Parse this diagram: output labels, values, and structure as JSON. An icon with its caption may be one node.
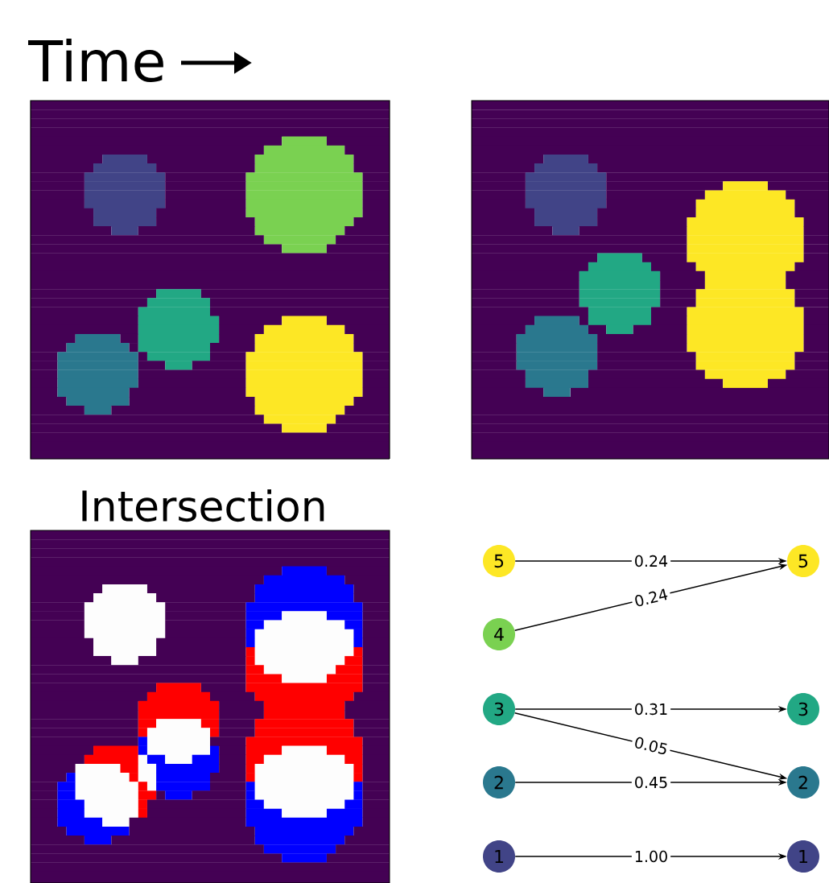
{
  "diagram": {
    "nodes": [
      {
        "text": [
          "5"
        ]
      },
      {
        "text": [
          "5"
        ]
      },
      {
        "text": [
          "4"
        ]
      },
      {
        "text": [
          "3"
        ]
      },
      {
        "text": [
          "3"
        ]
      },
      {
        "text": [
          "2"
        ]
      },
      {
        "text": [
          "2"
        ]
      },
      {
        "text": [
          "1"
        ]
      },
      {
        "text": [
          "1"
        ]
      }
    ],
    "edges": [
      {
        "from": 0,
        "to": 1,
        "arrow": "to",
        "label": "0.24"
      },
      {
        "from": 2,
        "to": 1,
        "arrow": "to",
        "label": "0.24"
      },
      {
        "from": 3,
        "to": 4,
        "arrow": "to",
        "label": "0.31"
      },
      {
        "from": 3,
        "to": 6,
        "arrow": "to",
        "label": "0.05"
      },
      {
        "from": 5,
        "to": 6,
        "arrow": "to",
        "label": "0.45"
      },
      {
        "from": 7,
        "to": 8,
        "arrow": "to",
        "label": "1.00"
      }
    ],
    "labels": [
      "Time",
      "Intersection"
    ]
  }
}
